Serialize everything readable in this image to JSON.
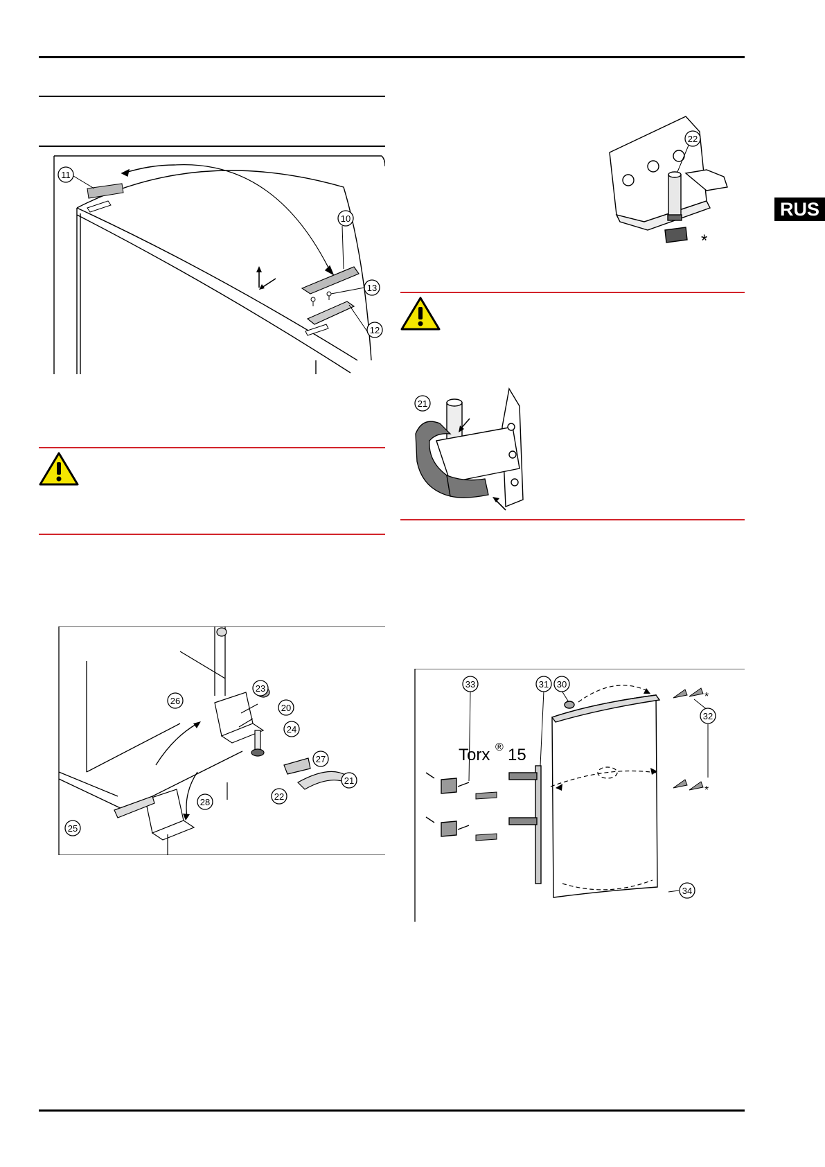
{
  "language_badge": "RUS",
  "figures": {
    "top_cover": {
      "callouts": [
        "10",
        "11",
        "12",
        "13"
      ]
    },
    "hinge_detail": {
      "callouts": [
        "22"
      ],
      "asterisk": "*"
    },
    "hinge_guard": {
      "callouts": [
        "21"
      ]
    },
    "bottom_hinge": {
      "callouts": [
        "20",
        "21",
        "22",
        "23",
        "24",
        "25",
        "26",
        "27",
        "28"
      ]
    },
    "door_handle": {
      "callouts": [
        "30",
        "31",
        "32",
        "33",
        "34"
      ],
      "tool_label": "Torx",
      "tool_symbol": "®",
      "tool_size": "15",
      "asterisk": "*"
    }
  },
  "colors": {
    "warning_rule": "#d2232a",
    "warning_icon": "#f5e600",
    "badge_bg": "#000000"
  }
}
